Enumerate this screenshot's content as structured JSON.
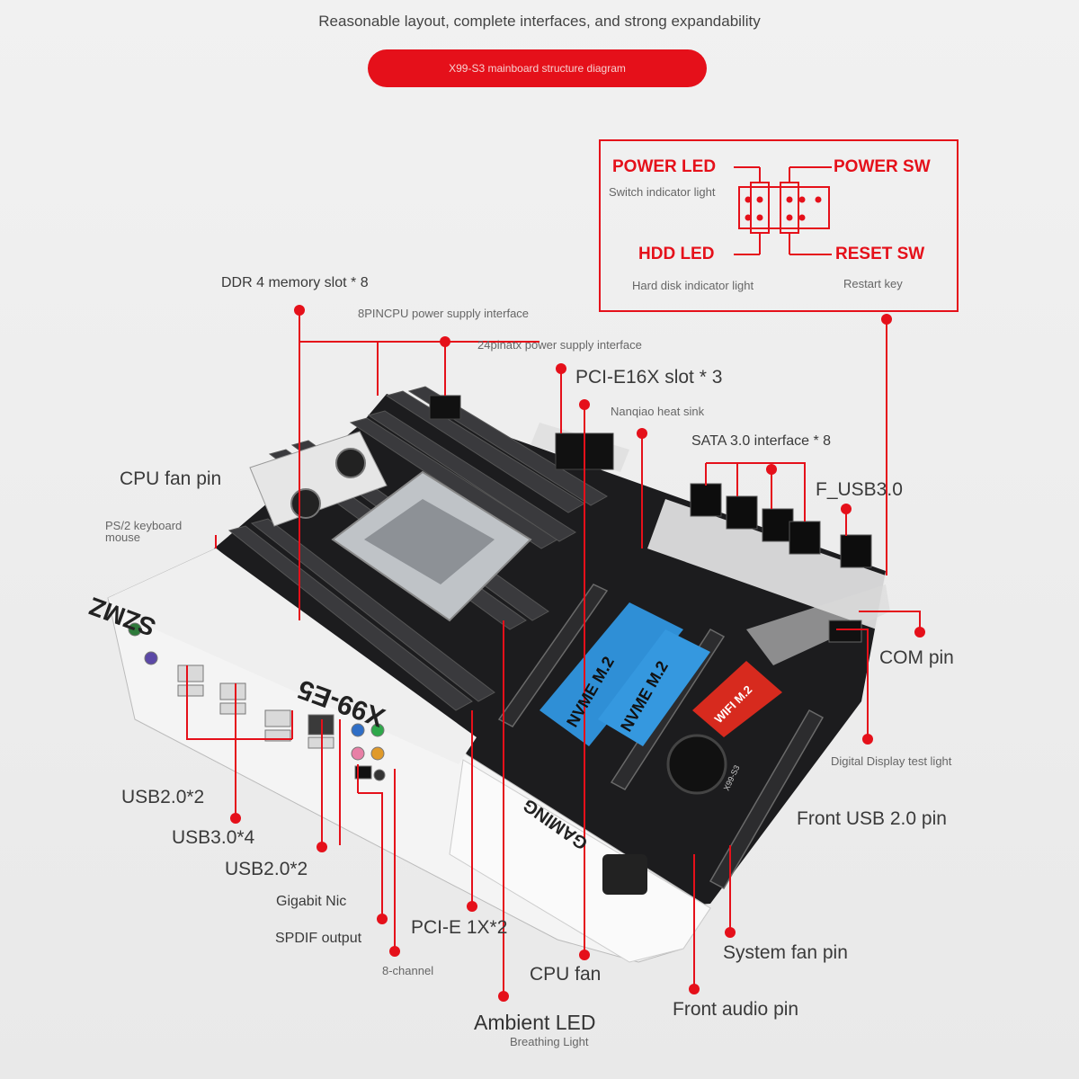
{
  "header": {
    "title": "Reasonable layout, complete interfaces, and strong expandability",
    "banner": "X99-S3 mainboard structure diagram"
  },
  "panel": {
    "power_led": "POWER LED",
    "power_led_sub": "Switch indicator light",
    "power_sw": "POWER SW",
    "hdd_led": "HDD  LED",
    "hdd_led_sub": "Hard disk indicator light",
    "reset_sw": "RESET SW",
    "reset_sw_sub": "Restart key"
  },
  "board": {
    "brand": "SZMZ",
    "model": "X99-E5",
    "gaming": "GAMING",
    "nvme_1": "NVME M.2",
    "nvme_2": "NVME M.2",
    "wifi": "WIFI M.2",
    "silk": "X99-S3"
  },
  "labels": {
    "ddr4": "DDR 4 memory slot * 8",
    "cpu8pin": "8PINCPU power supply interface",
    "atx24": "24pinatx power supply interface",
    "pcie16": "PCI-E16X slot * 3",
    "nanqiao": "Nanqiao heat sink",
    "sata": "SATA 3.0 interface * 8",
    "fusb3": "F_USB3.0",
    "cpufanpin": "CPU fan pin",
    "ps2": "PS/2 keyboard\nmouse",
    "com": "COM pin",
    "display": "Digital Display test light",
    "frontusb2": "Front USB 2.0 pin",
    "usb2a": "USB2.0*2",
    "usb3": "USB3.0*4",
    "usb2b": "USB2.0*2",
    "nic": "Gigabit Nic",
    "spdif": "SPDIF output",
    "ch8": "8-channel",
    "pcie1": "PCI-E 1X*2",
    "cpufan": "CPU fan",
    "sysfan": "System fan pin",
    "frontaudio": "Front audio pin",
    "ambient": "Ambient LED",
    "ambient_sub": "Breathing Light"
  },
  "colors": {
    "accent": "#e5101a",
    "nvme": "#2f8fd6",
    "wifi": "#d72a1e"
  }
}
